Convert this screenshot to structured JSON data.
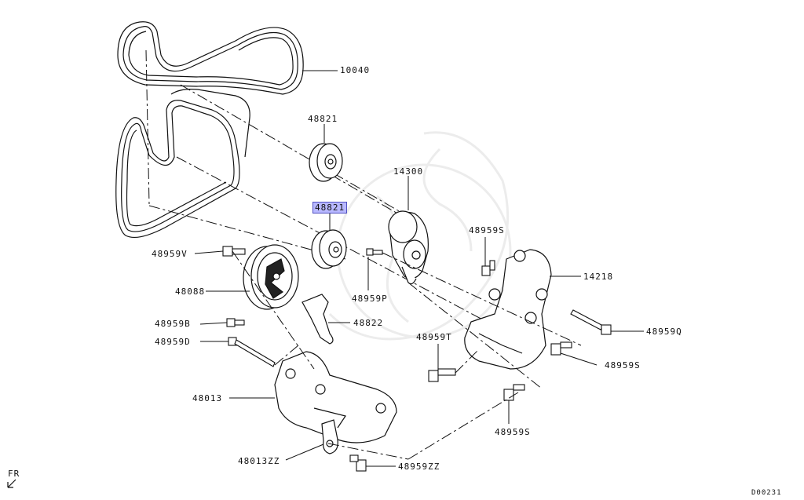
{
  "diagram": {
    "highlight_color": "#b8b8ff",
    "callouts": [
      {
        "id": "belt",
        "text": "10040"
      },
      {
        "id": "idler-upper",
        "text": "48821"
      },
      {
        "id": "tensioner",
        "text": "14300"
      },
      {
        "id": "idler-lower",
        "text": "48821",
        "highlighted": true
      },
      {
        "id": "bolt-v",
        "text": "48959V"
      },
      {
        "id": "bolt-p",
        "text": "48959P"
      },
      {
        "id": "pulley",
        "text": "48088"
      },
      {
        "id": "bracket-small",
        "text": "48822"
      },
      {
        "id": "bolt-b",
        "text": "48959B"
      },
      {
        "id": "bolt-d",
        "text": "48959D"
      },
      {
        "id": "bracket-main",
        "text": "48013"
      },
      {
        "id": "bracket-zz",
        "text": "48013ZZ"
      },
      {
        "id": "bolt-zz",
        "text": "48959ZZ"
      },
      {
        "id": "bolt-s-top",
        "text": "48959S"
      },
      {
        "id": "bracket-right",
        "text": "14218"
      },
      {
        "id": "bolt-q",
        "text": "48959Q"
      },
      {
        "id": "bolt-t",
        "text": "48959T"
      },
      {
        "id": "bolt-s-mid",
        "text": "48959S"
      },
      {
        "id": "bolt-s-bottom",
        "text": "48959S"
      }
    ],
    "direction_label": "FR",
    "diagram_code": "D00231"
  }
}
